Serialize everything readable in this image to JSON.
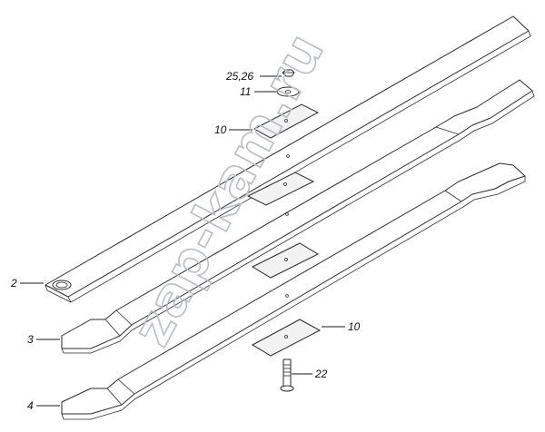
{
  "watermark": "zap-kam.ru",
  "corner_mark": "",
  "callouts": [
    {
      "id": "2",
      "text": "2"
    },
    {
      "id": "3",
      "text": "3"
    },
    {
      "id": "4",
      "text": "4"
    },
    {
      "id": "10a",
      "text": "10"
    },
    {
      "id": "10b",
      "text": "10"
    },
    {
      "id": "11",
      "text": "11"
    },
    {
      "id": "22",
      "text": "22"
    },
    {
      "id": "2526",
      "text": "25,26"
    }
  ],
  "colors": {
    "line": "#2a2a2a",
    "watermark": "#b9bcc4",
    "pad": "#f2f2f2"
  }
}
